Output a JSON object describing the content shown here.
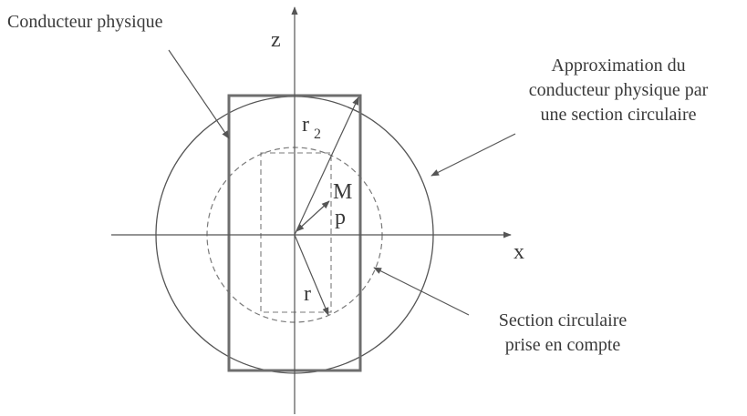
{
  "labels": {
    "conductor": "Conducteur physique",
    "approx_line1": "Approximation du",
    "approx_line2": "conducteur physique par",
    "approx_line3": "une section circulaire",
    "section_line1": "Section circulaire",
    "section_line2": "prise en compte",
    "axis_z": "z",
    "axis_x": "x",
    "r2_base": "r",
    "r2_sub": "2",
    "r": "r",
    "M": "M",
    "p": "p"
  },
  "colors": {
    "line": "#555555",
    "conductor_outline": "#6e6e6e",
    "dashed": "#7a7a7a",
    "text": "#3a3a3a"
  }
}
